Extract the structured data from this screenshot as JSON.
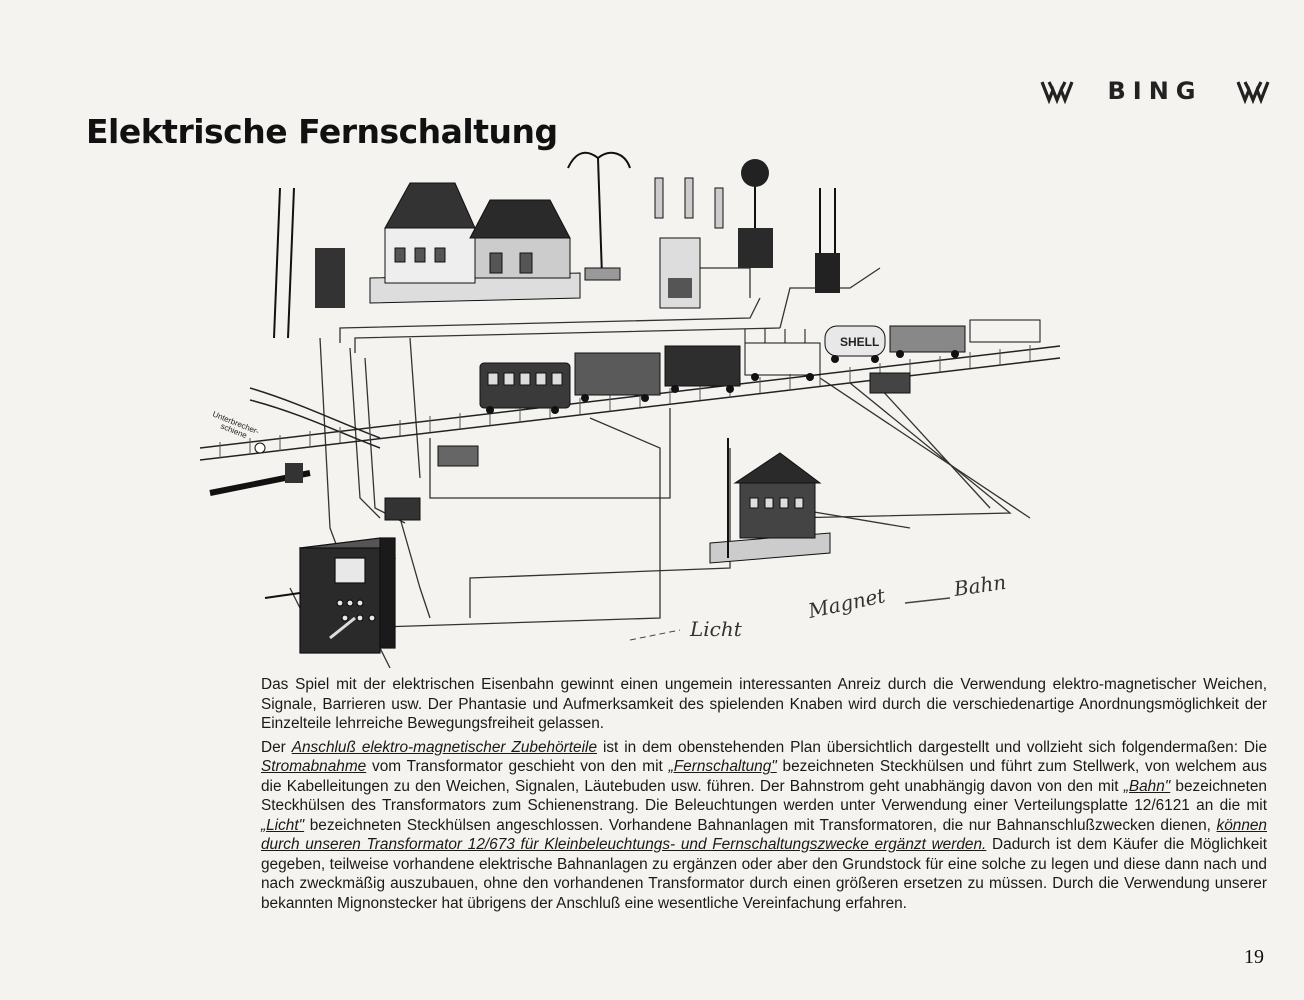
{
  "header": {
    "brand": "BING",
    "title": "Elektrische Fernschaltung"
  },
  "illustration": {
    "labels": {
      "unterbrecher": "Unterbrecher-",
      "schiene": "schiene",
      "licht": "Licht",
      "magnet": "Magnet",
      "bahn": "Bahn",
      "shell": "SHELL"
    }
  },
  "body": {
    "p1": "Das Spiel mit der elektrischen Eisenbahn gewinnt einen ungemein interessanten Anreiz durch die Verwendung elektro-magnetischer Weichen, Signale, Barrieren usw. Der Phantasie und Aufmerksamkeit des spielenden Knaben wird durch die verschiedenartige Anordnungsmöglichkeit der Einzelteile lehrreiche Bewegungsfreiheit gelassen.",
    "p2_a": "Der ",
    "p2_u1": "Anschluß elektro-magnetischer Zubehörteile",
    "p2_b": " ist in dem obenstehenden Plan übersichtlich dargestellt und vollzieht sich folgendermaßen: Die ",
    "p2_u2": "Stromabnahme",
    "p2_c": " vom Transformator geschieht von den mit ",
    "p2_u3": "„Fernschaltung\"",
    "p2_d": " bezeichneten Steckhülsen und führt zum Stellwerk, von welchem aus die Kabelleitungen zu den Weichen, Signalen, Läutebuden usw. führen. Der Bahnstrom geht unabhängig davon von den mit ",
    "p2_u4": "„Bahn\"",
    "p2_e": " bezeichneten Steckhülsen des Transformators zum Schienenstrang. Die Beleuchtungen werden unter Verwendung einer Verteilungsplatte 12/6121 an die mit ",
    "p2_u5": "„Licht\"",
    "p2_f": " bezeichneten Steckhülsen angeschlossen. Vorhandene Bahnanlagen mit Transformatoren, die nur Bahnanschlußzwecken dienen, ",
    "p2_u6": "können durch unseren Transformator 12/673 für Kleinbeleuchtungs- und Fernschaltungszwecke ergänzt werden.",
    "p2_g": " Dadurch ist dem Käufer die Möglichkeit gegeben, teilweise vorhandene elektrische Bahnanlagen zu ergänzen oder aber den Grundstock für eine solche zu legen und diese dann nach und nach zweckmäßig auszubauen, ohne den vorhandenen Transformator durch einen größeren ersetzen zu müssen. Durch die Verwendung unserer bekannten Mignonstecker hat übrigens der Anschluß eine wesentliche Vereinfachung erfahren."
  },
  "footer": {
    "page_number": "19"
  }
}
